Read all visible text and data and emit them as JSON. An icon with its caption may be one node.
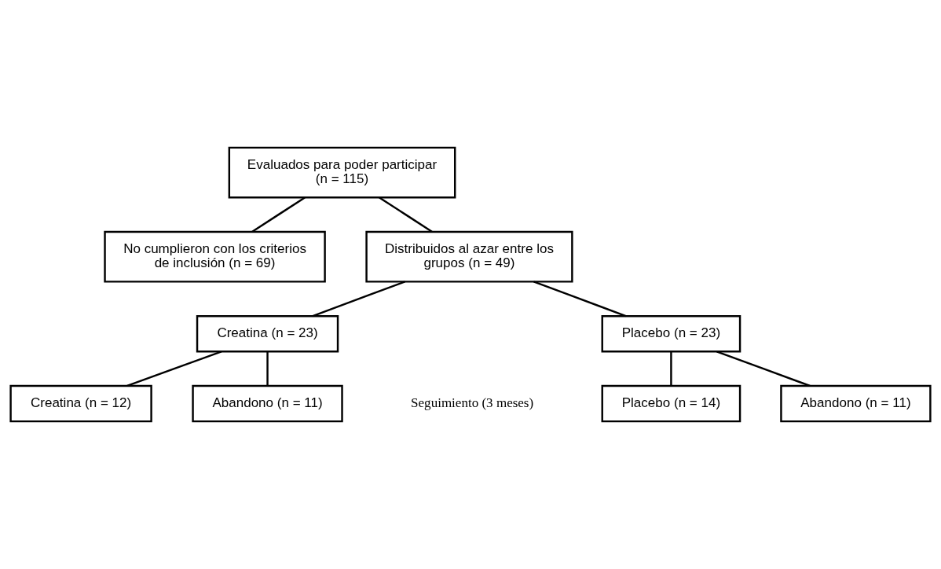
{
  "diagram": {
    "nodes": [
      {
        "text": [
          "Evaluados para poder participar (n = 115)"
        ]
      },
      {
        "text": [
          "No cumplieron con los criterios de inclusión (n = 69)"
        ]
      },
      {
        "text": [
          "Distribuidos al azar entre los grupos (n = 49)"
        ]
      },
      {
        "text": [
          "Creatina (n = 23)"
        ]
      },
      {
        "text": [
          "Placebo (n = 23)"
        ]
      },
      {
        "text": [
          "Abandono (n = 11)"
        ]
      },
      {
        "text": [
          "Abandono (n = 11)"
        ]
      },
      {
        "text": [
          "Creatina (n = 12)"
        ]
      },
      {
        "text": [
          "Placebo (n = 14)"
        ]
      }
    ],
    "edges": [
      {
        "from": 0,
        "to": 2,
        "arrow": "none"
      },
      {
        "from": 0,
        "to": 1,
        "arrow": "none"
      },
      {
        "from": 2,
        "to": 3,
        "arrow": "none"
      },
      {
        "from": 2,
        "to": 4,
        "arrow": "none"
      },
      {
        "from": 3,
        "to": 5,
        "arrow": "none"
      },
      {
        "from": 3,
        "to": 7,
        "arrow": "none"
      },
      {
        "from": 4,
        "to": 6,
        "arrow": "none"
      },
      {
        "from": 4,
        "to": 8,
        "arrow": "none"
      }
    ],
    "labels": [
      "Seguimiento (3 meses)"
    ]
  }
}
